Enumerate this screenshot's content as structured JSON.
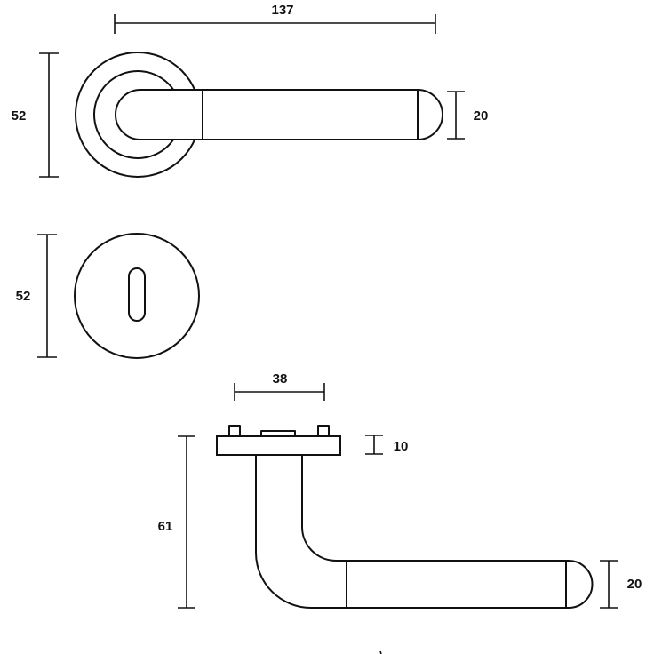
{
  "dimensions": {
    "top_width": "137",
    "top_height": "52",
    "top_grip": "20",
    "escutcheon_height": "52",
    "side_rose_width": "38",
    "side_rose_depth": "10",
    "side_height": "61",
    "side_grip": "20"
  },
  "colors": {
    "line": "#111111",
    "background": "#ffffff"
  }
}
